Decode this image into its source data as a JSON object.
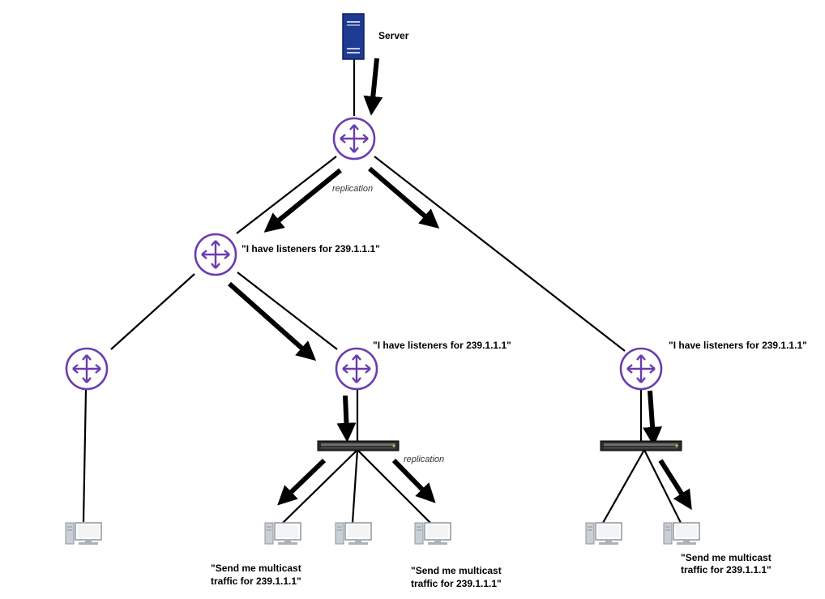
{
  "labels": {
    "server": "Server",
    "replication_top": "replication",
    "replication_bottom": "replication",
    "listeners_router_left": "\"I have listeners for 239.1.1.1\"",
    "listeners_router_mid": "\"I have listeners for 239.1.1.1\"",
    "listeners_router_right": "\"I have listeners for 239.1.1.1\"",
    "request_a_line1": "\"Send me multicast",
    "request_a_line2": "traffic for 239.1.1.1\"",
    "request_b_line1": "\"Send me multicast",
    "request_b_line2": "traffic for 239.1.1.1\"",
    "request_c_line1": "\"Send me multicast",
    "request_c_line2": "traffic for 239.1.1.1\""
  },
  "icons": {
    "server": "server-icon",
    "router": "router-icon",
    "switch": "switch-icon",
    "pc": "pc-icon",
    "flow_arrow": "flow-arrow"
  },
  "colors": {
    "router": "#6a3dad",
    "server": "#1f3a93",
    "links": "#000000",
    "switch": "#2b2b2b",
    "pc": "#9aa4ad"
  }
}
